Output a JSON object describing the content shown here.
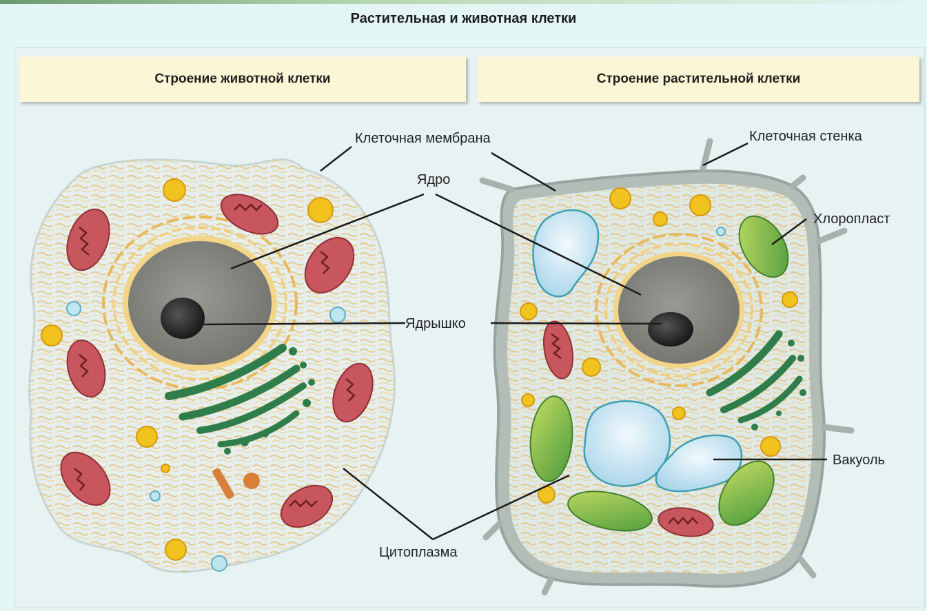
{
  "title": "Растительная и животная клетки",
  "headers": {
    "animal": "Строение животной клетки",
    "plant": "Строение растительной клетки"
  },
  "labels": {
    "cell_membrane": "Клеточная мембрана",
    "cell_wall": "Клеточная стенка",
    "nucleus": "Ядро",
    "chloroplast": "Хлоропласт",
    "nucleolus": "Ядрышко",
    "vacuole": "Вакуоль",
    "cytoplasm": "Цитоплазма"
  },
  "colors": {
    "cytoplasm": "#e6efee",
    "er": "#e8b85a",
    "nucleus": "#8b8b86",
    "nucleolus": "#2b2b2b",
    "mitochondria": "#c8565e",
    "golgi": "#2f7d4a",
    "chloroplast": "#8fc24e",
    "vacuole": "#bfe0ee",
    "cell_wall": "#a7b2ad",
    "lysosome": "#f2c21f"
  }
}
